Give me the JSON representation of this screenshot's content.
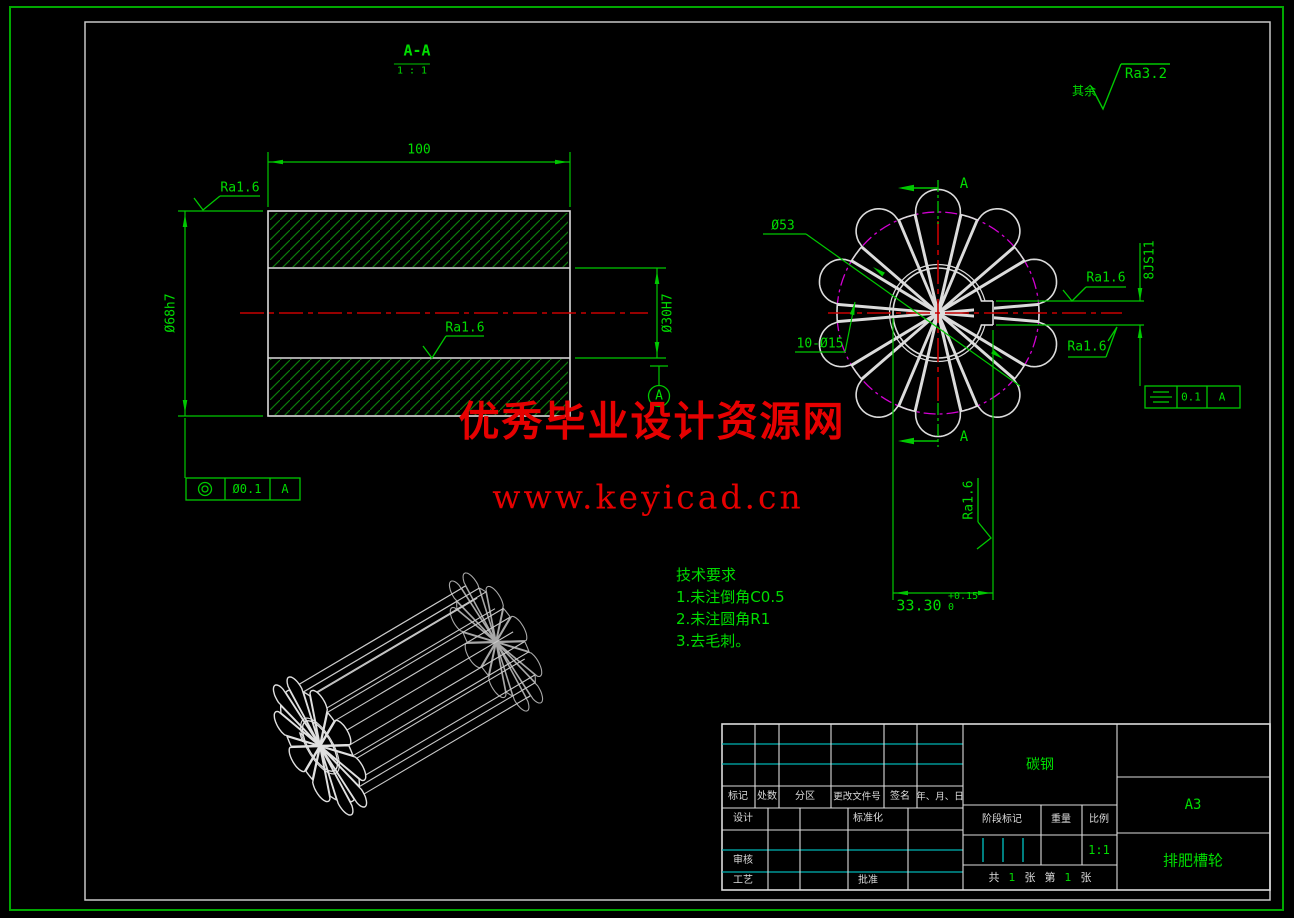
{
  "colors": {
    "line_green": "#00c800",
    "text_green": "#00dc00",
    "magenta": "#d400d4",
    "centerline_red": "#c80000",
    "cyan": "#00b4b4",
    "white_line": "#dcdcdc",
    "watermark_red": "#e60000",
    "hatch_green": "#0b7a0b"
  },
  "watermark": {
    "line1": "优秀毕业设计资源网",
    "line2": "www.keyicad.cn"
  },
  "section_label": {
    "title": "A-A",
    "scale": "1 : 1"
  },
  "surface_default": {
    "prefix": "其余",
    "value": "Ra3.2"
  },
  "front_view": {
    "dim_length": "100",
    "dim_outer": "Ø68h7",
    "dim_bore": "Ø30H7",
    "ra_top": "Ra1.6",
    "ra_bore": "Ra1.6",
    "datum": "A",
    "tolerance": {
      "value": "Ø0.1",
      "datum": "A"
    }
  },
  "side_view": {
    "dim_pitch": "Ø53",
    "dim_holes": "10-Ø15",
    "dim_keyway_width": "8JS11",
    "keyway_depth": {
      "main": "33.30",
      "sup": "+0.15",
      "sub": "0"
    },
    "ra_key_top": "Ra1.6",
    "ra_key_bottom": "Ra1.6",
    "ra_key_side": "Ra1.6",
    "section_arrow_top": "A",
    "section_arrow_bottom": "A",
    "tolerance": {
      "value": "0.1",
      "datum": "A"
    }
  },
  "tech_requirements": {
    "title": "技术要求",
    "items": [
      "1.未注倒角C0.5",
      "2.未注圆角R1",
      "3.去毛刺。"
    ]
  },
  "title_block": {
    "material": "碳钢",
    "sheet_size": "A3",
    "part_name": "排肥槽轮",
    "rev_headers": [
      "标记",
      "处数",
      "分区",
      "更改文件号",
      "签名",
      "年、月、日"
    ],
    "roles": {
      "design": "设计",
      "standardize": "标准化",
      "check": "审核",
      "process": "工艺",
      "approve": "批准"
    },
    "stage_header": "阶段标记",
    "weight_header": "重量",
    "scale_header": "比例",
    "scale_value": "1:1",
    "sheet_info": {
      "gong": "共",
      "n1": "1",
      "zhang1": "张",
      "di": "第",
      "n2": "1",
      "zhang2": "张"
    }
  }
}
